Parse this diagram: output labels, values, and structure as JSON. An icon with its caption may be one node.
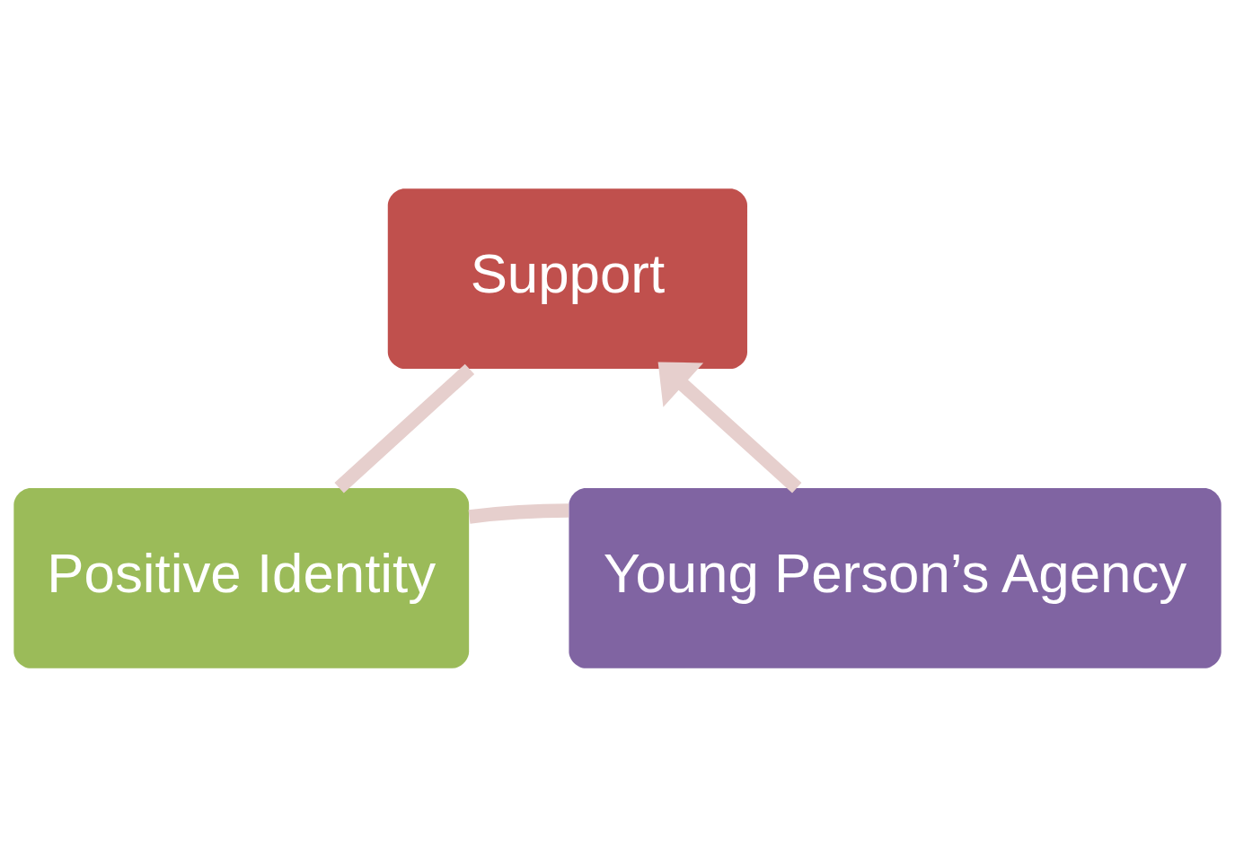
{
  "diagram": {
    "nodes": [
      {
        "text": [
          "Support"
        ]
      },
      {
        "text": [
          "Positive Identity"
        ]
      },
      {
        "text": [
          "Young Person’s Agency"
        ]
      }
    ],
    "edges": [
      {
        "from": 0,
        "to": 1,
        "arrow": "none"
      },
      {
        "from": 1,
        "to": 2,
        "arrow": "none"
      },
      {
        "from": 2,
        "to": 0,
        "arrow": "to"
      }
    ]
  }
}
